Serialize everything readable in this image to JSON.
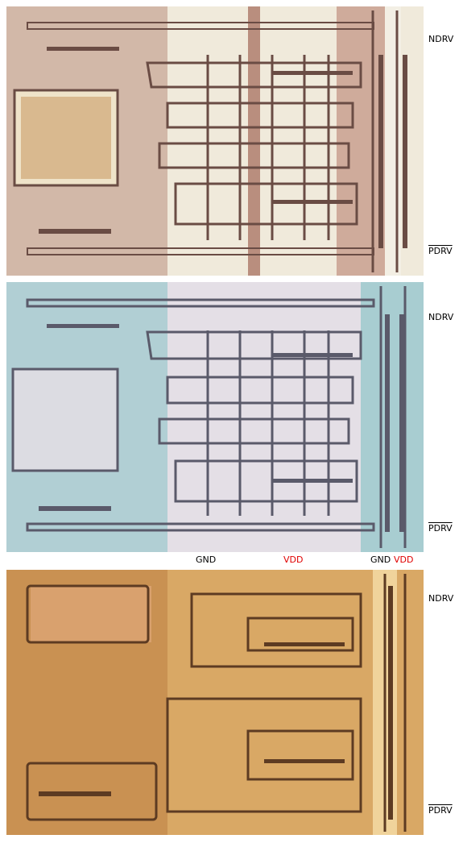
{
  "panels": [
    {
      "name": "top",
      "palette": {
        "bg": "#f0eadb",
        "dark": "#b98e7e",
        "line": "#6a4c44",
        "pad": "#d9c6a8"
      }
    },
    {
      "name": "middle",
      "palette": {
        "bg": "#e4dfe6",
        "dark": "#8fc4c8",
        "line": "#5a5a6a",
        "pad": "#cfd2d8"
      }
    },
    {
      "name": "bottom",
      "palette": {
        "bg": "#d9a865",
        "dark": "#c48b4e",
        "line": "#5d3b22",
        "pad": "#f0d39b"
      }
    }
  ],
  "labels": {
    "ndrv": "NDRV",
    "pdrv": "PDRV",
    "gnd": "GND",
    "vdd": "VDD"
  },
  "colors": {
    "vdd_label": "#e00000",
    "text": "#000000"
  }
}
